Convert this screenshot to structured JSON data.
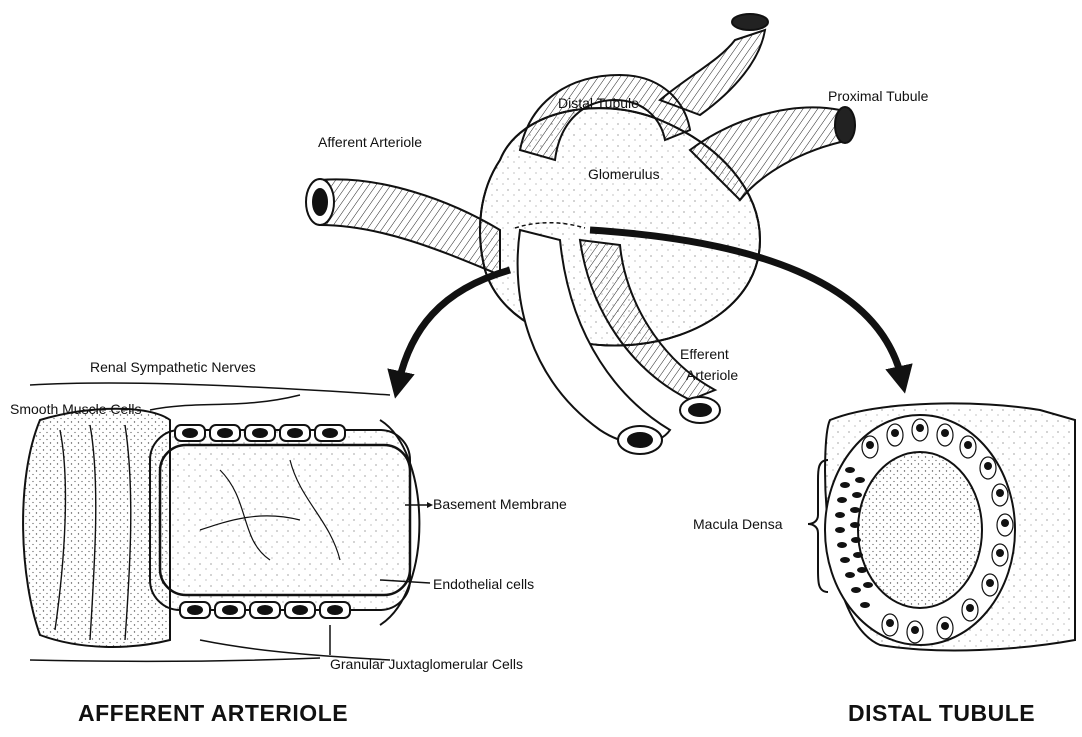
{
  "labels": {
    "distal_tubule": "Distal Tubule",
    "proximal_tubule": "Proximal Tubule",
    "afferent_arteriole": "Afferent Arteriole",
    "glomerulus": "Glomerulus",
    "efferent_arteriole_1": "Efferent",
    "efferent_arteriole_2": "Arteriole",
    "renal_sympathetic_nerves": "Renal Sympathetic Nerves",
    "smooth_muscle_cells": "Smooth Muscle Cells",
    "basement_membrane": "Basement Membrane",
    "endothelial_cells": "Endothelial cells",
    "granular_jg_cells": "Granular Juxtaglomerular Cells",
    "macula_densa": "Macula Densa"
  },
  "captions": {
    "left": "AFFERENT ARTERIOLE",
    "right": "DISTAL TUBULE"
  },
  "colors": {
    "ink": "#111111",
    "stipple": "#555555",
    "background": "#ffffff"
  }
}
